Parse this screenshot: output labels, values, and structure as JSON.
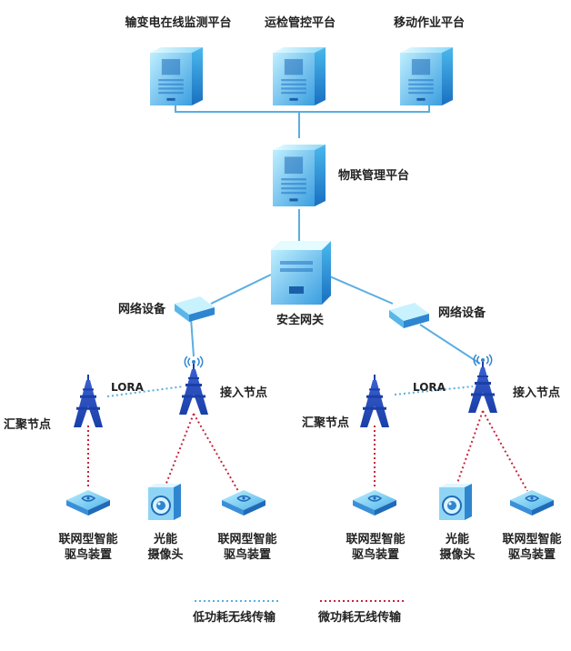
{
  "colors": {
    "link_line": "#5aaee0",
    "low_power": "#5aaee0",
    "micro_power": "#c8243c",
    "label_text": "#222222"
  },
  "platforms": {
    "monitoring": "输变电在线监测平台",
    "ops": "运检管控平台",
    "mobile": "移动作业平台",
    "iot": "物联管理平台"
  },
  "gateway": "安全网关",
  "network_device": "网络设备",
  "lora": "LORA",
  "access_node": "接入节点",
  "aggregation_node": "汇聚节点",
  "bird_device": {
    "line1": "联网型智能",
    "line2": "驱鸟装置"
  },
  "camera": {
    "line1": "光能",
    "line2": "摄像头"
  },
  "legend": {
    "low_power": "低功耗无线传输",
    "micro_power": "微功耗无线传输"
  }
}
